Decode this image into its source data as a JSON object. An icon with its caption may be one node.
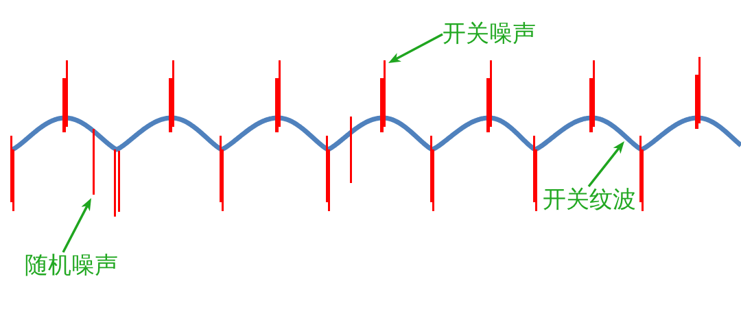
{
  "diagram": {
    "nodes": [
      {
        "text": [
          "开关噪声"
        ]
      },
      {
        "text": [
          "开关纹波"
        ]
      },
      {
        "text": [
          "随机噪声"
        ]
      },
      {
        "text": [],
        "shape": "bar"
      },
      {
        "text": [],
        "shape": "curve"
      },
      {
        "text": [],
        "shape": "bar"
      }
    ],
    "edges": [
      {
        "from": 0,
        "to": 3,
        "arrow": "to"
      },
      {
        "from": 1,
        "to": 4,
        "arrow": "to"
      },
      {
        "from": 2,
        "to": 5,
        "arrow": "to"
      }
    ]
  }
}
